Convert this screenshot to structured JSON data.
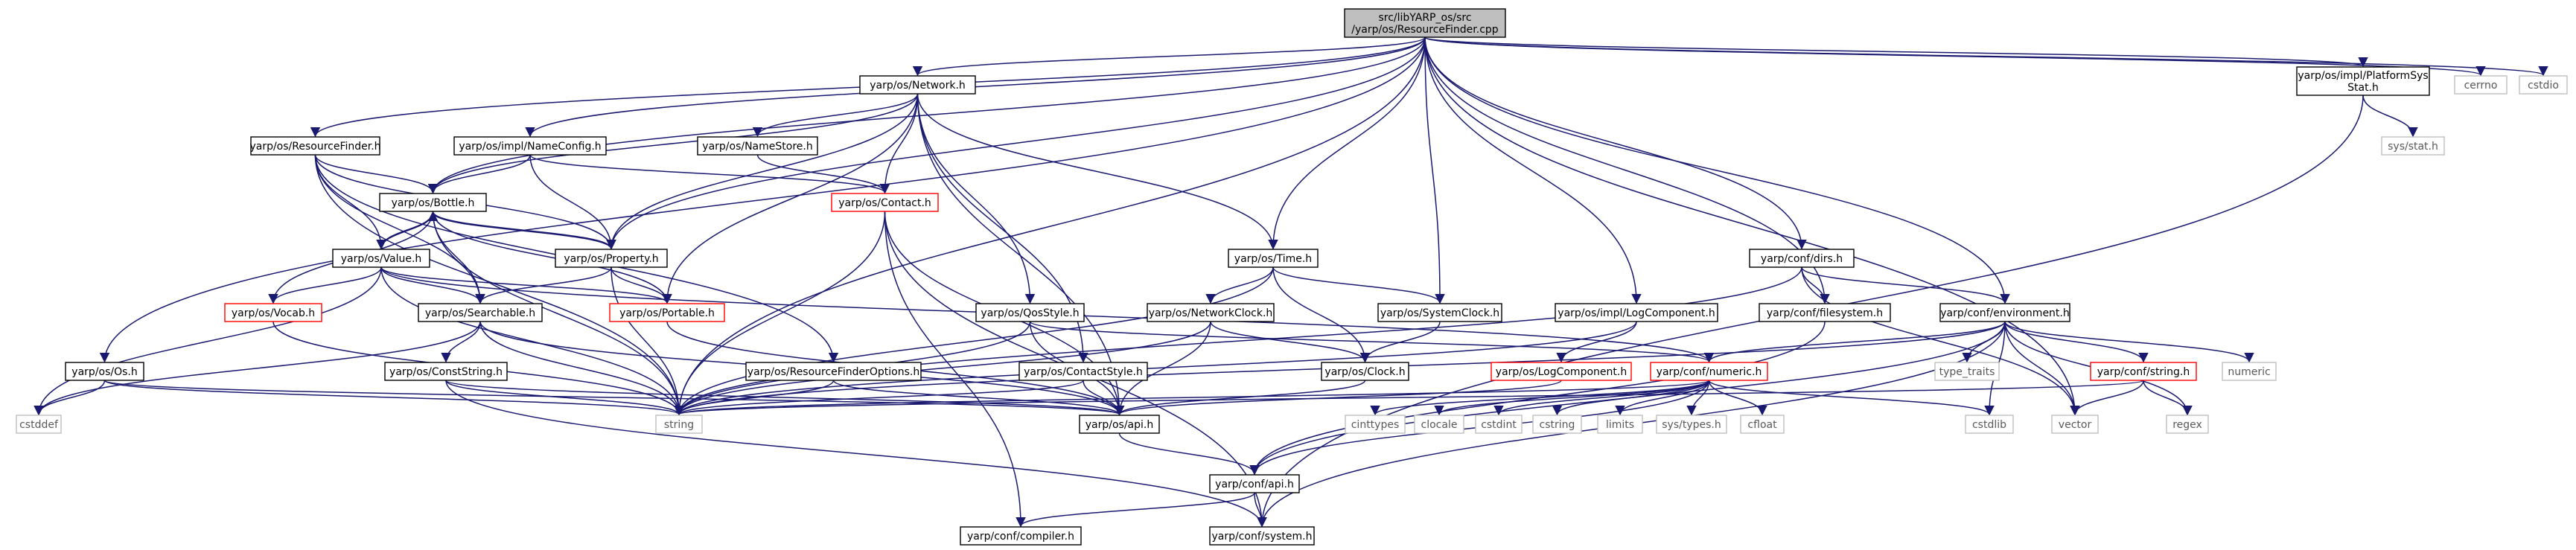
{
  "graph": {
    "title": "",
    "nodes": [
      {
        "id": "root",
        "label": [
          "src/libYARP_os/src",
          "/yarp/os/ResourceFinder.cpp"
        ],
        "kind": "root"
      },
      {
        "id": "network",
        "label": [
          "yarp/os/Network.h"
        ],
        "kind": "plain"
      },
      {
        "id": "rf_h",
        "label": [
          "yarp/os/ResourceFinder.h"
        ],
        "kind": "plain"
      },
      {
        "id": "nameconfig",
        "label": [
          "yarp/os/impl/NameConfig.h"
        ],
        "kind": "plain"
      },
      {
        "id": "namestore",
        "label": [
          "yarp/os/NameStore.h"
        ],
        "kind": "plain"
      },
      {
        "id": "platformstat",
        "label": [
          "yarp/os/impl/PlatformSys",
          "Stat.h"
        ],
        "kind": "plain"
      },
      {
        "id": "cerrno",
        "label": [
          "cerrno"
        ],
        "kind": "gray"
      },
      {
        "id": "cstdio",
        "label": [
          "cstdio"
        ],
        "kind": "gray"
      },
      {
        "id": "sysstat",
        "label": [
          "sys/stat.h"
        ],
        "kind": "gray"
      },
      {
        "id": "bottle",
        "label": [
          "yarp/os/Bottle.h"
        ],
        "kind": "plain"
      },
      {
        "id": "contact",
        "label": [
          "yarp/os/Contact.h"
        ],
        "kind": "red"
      },
      {
        "id": "value",
        "label": [
          "yarp/os/Value.h"
        ],
        "kind": "plain"
      },
      {
        "id": "property",
        "label": [
          "yarp/os/Property.h"
        ],
        "kind": "plain"
      },
      {
        "id": "time",
        "label": [
          "yarp/os/Time.h"
        ],
        "kind": "plain"
      },
      {
        "id": "confdirs",
        "label": [
          "yarp/conf/dirs.h"
        ],
        "kind": "plain"
      },
      {
        "id": "vocab",
        "label": [
          "yarp/os/Vocab.h"
        ],
        "kind": "red"
      },
      {
        "id": "portable",
        "label": [
          "yarp/os/Portable.h"
        ],
        "kind": "red"
      },
      {
        "id": "searchable",
        "label": [
          "yarp/os/Searchable.h"
        ],
        "kind": "plain"
      },
      {
        "id": "qosstyle",
        "label": [
          "yarp/os/QosStyle.h"
        ],
        "kind": "plain"
      },
      {
        "id": "netclock",
        "label": [
          "yarp/os/NetworkClock.h"
        ],
        "kind": "plain"
      },
      {
        "id": "sysclock",
        "label": [
          "yarp/os/SystemClock.h"
        ],
        "kind": "plain"
      },
      {
        "id": "logcomponent",
        "label": [
          "yarp/os/impl/LogComponent.h"
        ],
        "kind": "plain"
      },
      {
        "id": "filesystem",
        "label": [
          "yarp/conf/filesystem.h"
        ],
        "kind": "plain"
      },
      {
        "id": "environment",
        "label": [
          "yarp/conf/environment.h"
        ],
        "kind": "plain"
      },
      {
        "id": "os_h",
        "label": [
          "yarp/os/Os.h"
        ],
        "kind": "plain"
      },
      {
        "id": "conststring",
        "label": [
          "yarp/os/ConstString.h"
        ],
        "kind": "plain"
      },
      {
        "id": "rfoptions",
        "label": [
          "yarp/os/ResourceFinderOptions.h"
        ],
        "kind": "plain"
      },
      {
        "id": "contactstyle",
        "label": [
          "yarp/os/ContactStyle.h"
        ],
        "kind": "plain"
      },
      {
        "id": "clock",
        "label": [
          "yarp/os/Clock.h"
        ],
        "kind": "plain"
      },
      {
        "id": "oslogcomp",
        "label": [
          "yarp/os/LogComponent.h"
        ],
        "kind": "red"
      },
      {
        "id": "numeric",
        "label": [
          "yarp/conf/numeric.h"
        ],
        "kind": "red"
      },
      {
        "id": "typetraits",
        "label": [
          "type_traits"
        ],
        "kind": "gray"
      },
      {
        "id": "confstring",
        "label": [
          "yarp/conf/string.h"
        ],
        "kind": "red"
      },
      {
        "id": "numeric_std",
        "label": [
          "numeric"
        ],
        "kind": "gray"
      },
      {
        "id": "cstddef",
        "label": [
          "cstddef"
        ],
        "kind": "gray"
      },
      {
        "id": "string",
        "label": [
          "string"
        ],
        "kind": "gray"
      },
      {
        "id": "osapi",
        "label": [
          "yarp/os/api.h"
        ],
        "kind": "plain"
      },
      {
        "id": "cinttypes",
        "label": [
          "cinttypes"
        ],
        "kind": "gray"
      },
      {
        "id": "clocale",
        "label": [
          "clocale"
        ],
        "kind": "gray"
      },
      {
        "id": "cstdint",
        "label": [
          "cstdint"
        ],
        "kind": "gray"
      },
      {
        "id": "cstring",
        "label": [
          "cstring"
        ],
        "kind": "gray"
      },
      {
        "id": "limits",
        "label": [
          "limits"
        ],
        "kind": "gray"
      },
      {
        "id": "systypes",
        "label": [
          "sys/types.h"
        ],
        "kind": "gray"
      },
      {
        "id": "cfloat",
        "label": [
          "cfloat"
        ],
        "kind": "gray"
      },
      {
        "id": "cstdlib",
        "label": [
          "cstdlib"
        ],
        "kind": "gray"
      },
      {
        "id": "vector",
        "label": [
          "vector"
        ],
        "kind": "gray"
      },
      {
        "id": "regex",
        "label": [
          "regex"
        ],
        "kind": "gray"
      },
      {
        "id": "confapi",
        "label": [
          "yarp/conf/api.h"
        ],
        "kind": "plain"
      },
      {
        "id": "compiler",
        "label": [
          "yarp/conf/compiler.h"
        ],
        "kind": "plain"
      },
      {
        "id": "system",
        "label": [
          "yarp/conf/system.h"
        ],
        "kind": "plain"
      }
    ],
    "edges": [
      [
        "root",
        "network"
      ],
      [
        "root",
        "rf_h"
      ],
      [
        "root",
        "nameconfig"
      ],
      [
        "root",
        "platformstat"
      ],
      [
        "root",
        "cerrno"
      ],
      [
        "root",
        "cstdio"
      ],
      [
        "root",
        "bottle"
      ],
      [
        "root",
        "property"
      ],
      [
        "root",
        "time"
      ],
      [
        "root",
        "confdirs"
      ],
      [
        "root",
        "sysclock"
      ],
      [
        "root",
        "logcomponent"
      ],
      [
        "root",
        "filesystem"
      ],
      [
        "root",
        "environment"
      ],
      [
        "root",
        "os_h"
      ],
      [
        "root",
        "string"
      ],
      [
        "root",
        "vector"
      ],
      [
        "platformstat",
        "sysstat"
      ],
      [
        "platformstat",
        "system"
      ],
      [
        "network",
        "namestore"
      ],
      [
        "network",
        "contact"
      ],
      [
        "network",
        "bottle"
      ],
      [
        "network",
        "property"
      ],
      [
        "network",
        "time"
      ],
      [
        "network",
        "qosstyle"
      ],
      [
        "network",
        "contactstyle"
      ],
      [
        "network",
        "portable"
      ],
      [
        "network",
        "osapi"
      ],
      [
        "rf_h",
        "bottle"
      ],
      [
        "rf_h",
        "value"
      ],
      [
        "rf_h",
        "property"
      ],
      [
        "rf_h",
        "searchable"
      ],
      [
        "rf_h",
        "rfoptions"
      ],
      [
        "rf_h",
        "string"
      ],
      [
        "nameconfig",
        "bottle"
      ],
      [
        "nameconfig",
        "contact"
      ],
      [
        "nameconfig",
        "property"
      ],
      [
        "namestore",
        "contact"
      ],
      [
        "bottle",
        "value"
      ],
      [
        "bottle",
        "property"
      ],
      [
        "bottle",
        "vocab"
      ],
      [
        "bottle",
        "portable"
      ],
      [
        "bottle",
        "searchable"
      ],
      [
        "bottle",
        "string"
      ],
      [
        "value",
        "bottle"
      ],
      [
        "value",
        "vocab"
      ],
      [
        "value",
        "portable"
      ],
      [
        "value",
        "searchable"
      ],
      [
        "value",
        "string"
      ],
      [
        "value",
        "cstddef"
      ],
      [
        "value",
        "numeric"
      ],
      [
        "property",
        "bottle"
      ],
      [
        "property",
        "portable"
      ],
      [
        "property",
        "searchable"
      ],
      [
        "property",
        "string"
      ],
      [
        "contact",
        "string"
      ],
      [
        "contact",
        "compiler"
      ],
      [
        "contact",
        "system"
      ],
      [
        "contact",
        "osapi"
      ],
      [
        "time",
        "netclock"
      ],
      [
        "time",
        "sysclock"
      ],
      [
        "time",
        "clock"
      ],
      [
        "time",
        "string"
      ],
      [
        "confdirs",
        "filesystem"
      ],
      [
        "confdirs",
        "environment"
      ],
      [
        "confdirs",
        "vector"
      ],
      [
        "confdirs",
        "string"
      ],
      [
        "vocab",
        "string"
      ],
      [
        "portable",
        "osapi"
      ],
      [
        "searchable",
        "conststring"
      ],
      [
        "searchable",
        "string"
      ],
      [
        "searchable",
        "osapi"
      ],
      [
        "searchable",
        "cstddef"
      ],
      [
        "qosstyle",
        "numeric"
      ],
      [
        "qosstyle",
        "string"
      ],
      [
        "qosstyle",
        "osapi"
      ],
      [
        "netclock",
        "clock"
      ],
      [
        "netclock",
        "string"
      ],
      [
        "netclock",
        "osapi"
      ],
      [
        "sysclock",
        "clock"
      ],
      [
        "logcomponent",
        "oslogcomp"
      ],
      [
        "logcomponent",
        "string"
      ],
      [
        "filesystem",
        "confapi"
      ],
      [
        "environment",
        "numeric"
      ],
      [
        "environment",
        "typetraits"
      ],
      [
        "environment",
        "confstring"
      ],
      [
        "environment",
        "numeric_std"
      ],
      [
        "environment",
        "cstdlib"
      ],
      [
        "environment",
        "vector"
      ],
      [
        "environment",
        "regex"
      ],
      [
        "environment",
        "string"
      ],
      [
        "environment",
        "confapi"
      ],
      [
        "environment",
        "system"
      ],
      [
        "os_h",
        "cstddef"
      ],
      [
        "os_h",
        "string"
      ],
      [
        "os_h",
        "osapi"
      ],
      [
        "conststring",
        "string"
      ],
      [
        "conststring",
        "osapi"
      ],
      [
        "conststring",
        "system"
      ],
      [
        "rfoptions",
        "string"
      ],
      [
        "rfoptions",
        "osapi"
      ],
      [
        "contactstyle",
        "string"
      ],
      [
        "contactstyle",
        "osapi"
      ],
      [
        "clock",
        "osapi"
      ],
      [
        "oslogcomp",
        "osapi"
      ],
      [
        "numeric",
        "cinttypes"
      ],
      [
        "numeric",
        "clocale"
      ],
      [
        "numeric",
        "cstdint"
      ],
      [
        "numeric",
        "cstring"
      ],
      [
        "numeric",
        "limits"
      ],
      [
        "numeric",
        "systypes"
      ],
      [
        "numeric",
        "cfloat"
      ],
      [
        "numeric",
        "cstdlib"
      ],
      [
        "numeric",
        "string"
      ],
      [
        "numeric",
        "confapi"
      ],
      [
        "confstring",
        "vector"
      ],
      [
        "confstring",
        "regex"
      ],
      [
        "confstring",
        "string"
      ],
      [
        "osapi",
        "confapi"
      ],
      [
        "confapi",
        "compiler"
      ],
      [
        "confapi",
        "system"
      ]
    ]
  },
  "colors": {
    "edge": "#191970",
    "root_fill": "#bfbfbf",
    "node_border": "#000000",
    "red_border": "#ff0000",
    "external_border": "#bfbfbf",
    "external_text": "#595959"
  }
}
